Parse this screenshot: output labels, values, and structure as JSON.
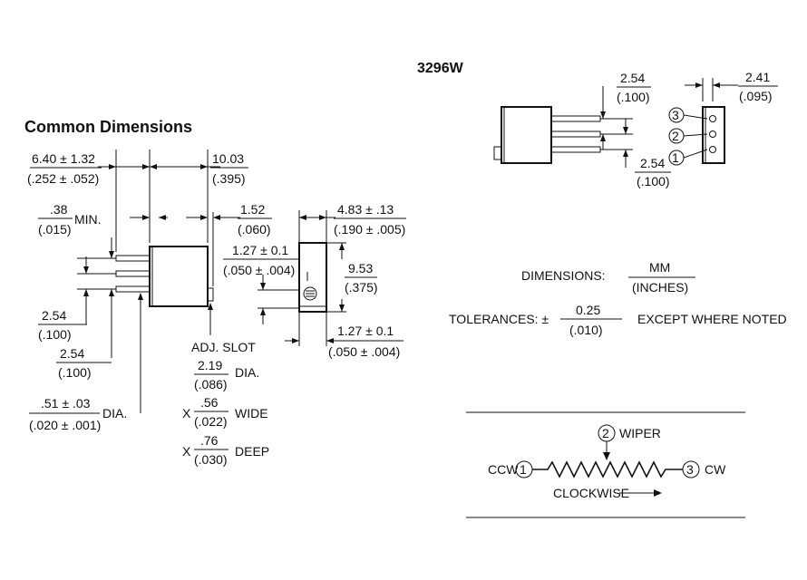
{
  "common": {
    "title": "Common Dimensions",
    "d_640": "6.40 ± 1.32",
    "d_252": "(.252 ± .052)",
    "d_1003": "10.03",
    "d_395": "(.395)",
    "d_038": ".38",
    "d_015": "(.015)",
    "min_label": "MIN.",
    "d_152": "1.52",
    "d_060": "(.060)",
    "d_483": "4.83 ± .13",
    "d_190": "(.190 ± .005)",
    "d_127a": "1.27 ± 0.1",
    "d_050a": "(.050 ± .004)",
    "d_953": "9.53",
    "d_375": "(.375)",
    "d_127b": "1.27 ± 0.1",
    "d_050b": "(.050 ± .004)",
    "d_254a": "2.54",
    "d_100a": "(.100)",
    "d_254b": "2.54",
    "d_100b": "(.100)",
    "d_051": ".51 ± .03",
    "d_020": "(.020 ± .001)",
    "dia_label": "DIA.",
    "adj_slot": "ADJ. SLOT",
    "d_219": "2.19",
    "d_086": "(.086)",
    "dia2_label": "DIA.",
    "x1": "X",
    "d_056": ".56",
    "d_022": "(.022)",
    "wide_label": "WIDE",
    "x2": "X",
    "d_076": ".76",
    "d_030": "(.030)",
    "deep_label": "DEEP"
  },
  "model": {
    "title": "3296W",
    "d_254a": "2.54",
    "d_100a": "(.100)",
    "d_241": "2.41",
    "d_095": "(.095)",
    "d_254b": "2.54",
    "d_100b": "(.100)",
    "pins": [
      "3",
      "2",
      "1"
    ]
  },
  "legend": {
    "dimensions_label": "DIMENSIONS:",
    "mm": "MM",
    "inches": "(INCHES)",
    "tolerances_label": "TOLERANCES: ±",
    "tol_mm": "0.25",
    "tol_in": "(.010)",
    "except": "EXCEPT WHERE NOTED"
  },
  "schematic": {
    "wiper_num": "2",
    "wiper": "WIPER",
    "ccw": "CCW",
    "ccw_num": "1",
    "cw_num": "3",
    "cw": "CW",
    "clockwise": "CLOCKWISE"
  }
}
